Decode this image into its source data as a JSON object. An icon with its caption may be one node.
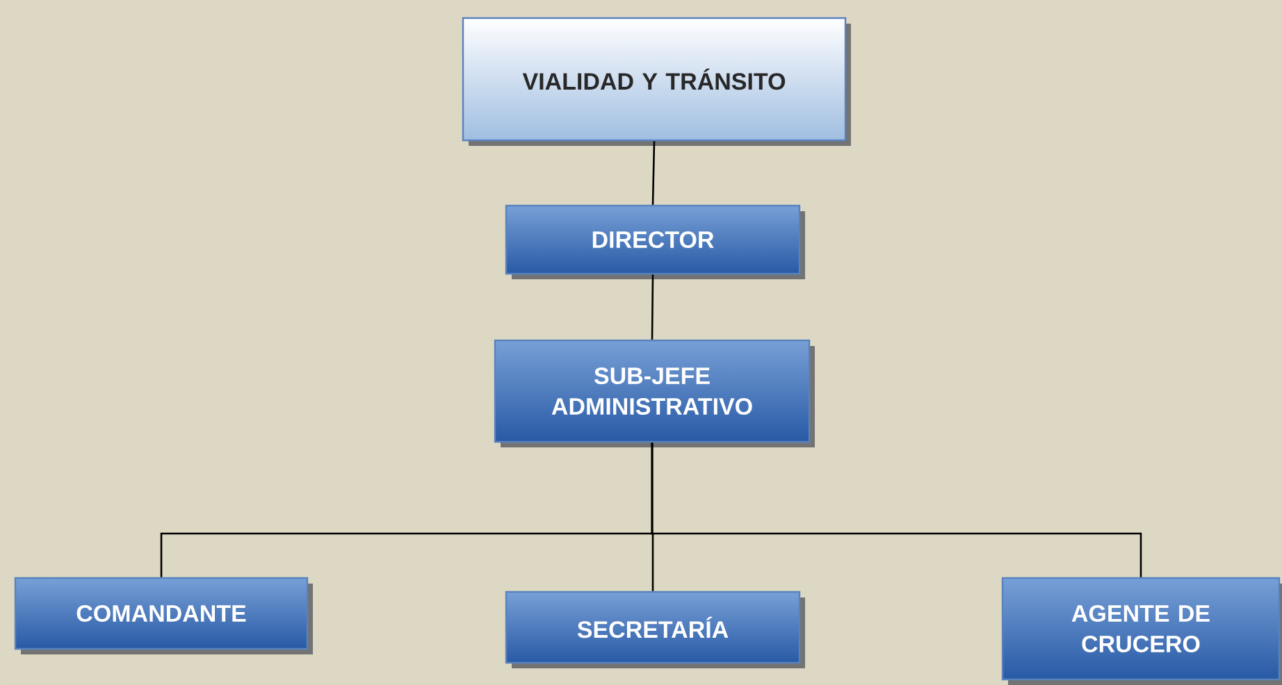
{
  "diagram": {
    "nodes": [
      {
        "text": [
          "VIALIDAD Y TRÁNSITO"
        ]
      },
      {
        "text": [
          "DIRECTOR"
        ]
      },
      {
        "text": [
          "SUB-JEFE ADMINISTRATIVO"
        ]
      },
      {
        "text": [
          "COMANDANTE"
        ]
      },
      {
        "text": [
          "SECRETARÍA"
        ]
      },
      {
        "text": [
          "AGENTE DE CRUCERO"
        ]
      }
    ],
    "edges": [
      {
        "from": 0,
        "to": 1,
        "arrow": "none"
      },
      {
        "from": 1,
        "to": 2,
        "arrow": "none"
      },
      {
        "from": 2,
        "to": 3,
        "arrow": "none"
      },
      {
        "from": 2,
        "to": 4,
        "arrow": "none"
      },
      {
        "from": 2,
        "to": 5,
        "arrow": "none"
      }
    ]
  }
}
